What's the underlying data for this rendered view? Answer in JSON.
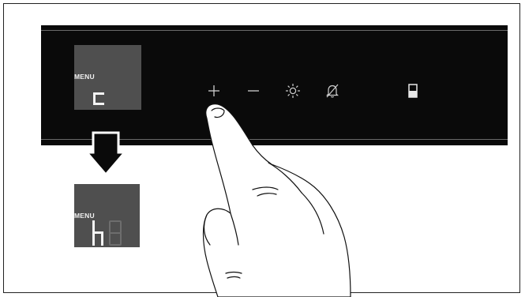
{
  "display_top": {
    "menu_label": "MENU",
    "symbol": "c"
  },
  "display_bottom": {
    "menu_label": "MENU",
    "symbol": "h"
  },
  "controls": [
    {
      "icon": "plus-icon"
    },
    {
      "icon": "minus-icon"
    },
    {
      "icon": "light-icon"
    },
    {
      "icon": "alarm-off-icon"
    },
    {
      "icon": "door-icon"
    }
  ],
  "colors": {
    "panel": "#0a0a0a",
    "lcd": "#4f4f4f",
    "segment": "#f4f4f4"
  }
}
